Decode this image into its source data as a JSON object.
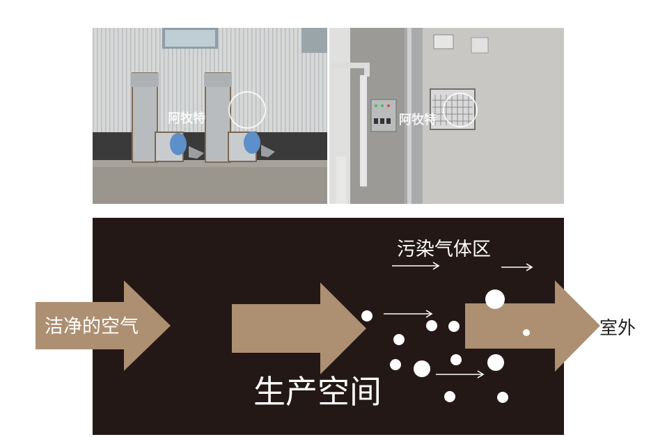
{
  "photos": {
    "left": {
      "logo_text": "阿牧特"
    },
    "right": {
      "logo_text": "阿牧特"
    }
  },
  "diagram": {
    "clean_air_label": "洁净的空气",
    "production_space_label": "生产空间",
    "polluted_zone_label": "污染气体区",
    "outdoor_label": "室外"
  },
  "colors": {
    "diagram_background": "#241816",
    "arrow_fill": "#ad8f72",
    "particle": "#ffffff"
  }
}
